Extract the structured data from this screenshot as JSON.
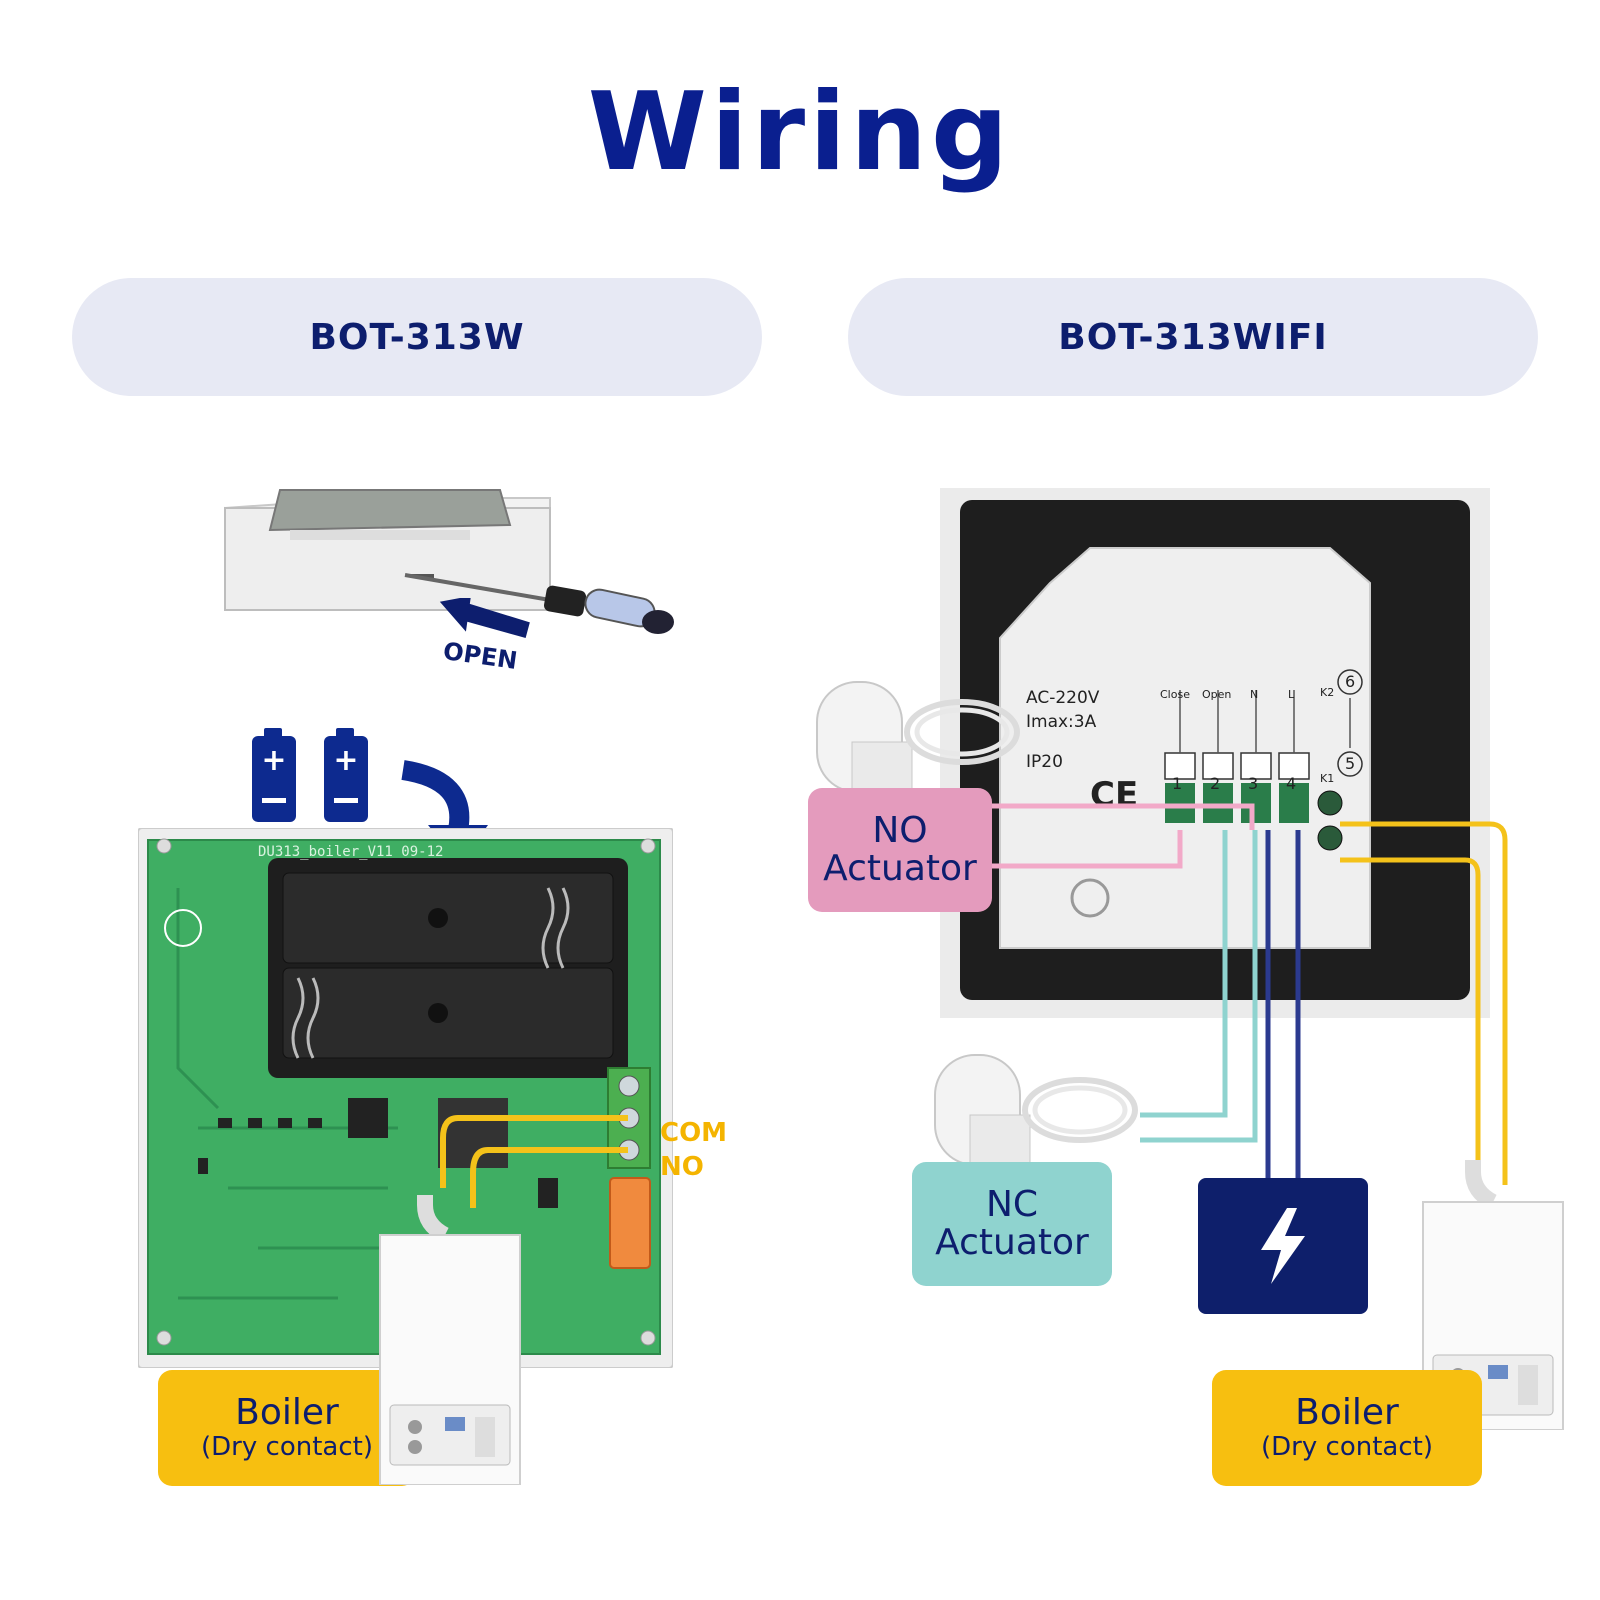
{
  "title": "Wiring",
  "left_panel": {
    "model": "BOT-313W",
    "open_label": "OPEN",
    "board_text": "DU313_boiler_V11 09-12",
    "terminal_com": "COM",
    "terminal_no": "NO",
    "boiler_label": "Boiler",
    "boiler_sub": "(Dry contact)"
  },
  "right_panel": {
    "model": "BOT-313WIFI",
    "spec_voltage": "AC-220V",
    "spec_current": "Imax:3A",
    "spec_ip": "IP20",
    "ce_mark": "CE",
    "terminals": [
      {
        "name": "Close",
        "num": "1"
      },
      {
        "name": "Open",
        "num": "2"
      },
      {
        "name": "N",
        "num": "3"
      },
      {
        "name": "L",
        "num": "4"
      }
    ],
    "k2_label": "K2",
    "k2_num": "6",
    "k1_label": "K1",
    "k1_num": "5",
    "no_actuator_1": "NO",
    "no_actuator_2": "Actuator",
    "nc_actuator_1": "NC",
    "nc_actuator_2": "Actuator",
    "boiler_label": "Boiler",
    "boiler_sub": "(Dry contact)"
  },
  "colors": {
    "title": "#0a1f8f",
    "pill_bg": "#e7e9f4",
    "wire_yellow": "#f4c21a",
    "wire_pink": "#f2a9c8",
    "wire_teal": "#8fd3cf",
    "wire_blue": "#2b3a8f",
    "no_actuator_bg": "#e49bbd",
    "nc_actuator_bg": "#8fd3cf",
    "boiler_bg": "#f7bf10",
    "power_bg": "#0e1f6b"
  },
  "icons": [
    "screwdriver-icon",
    "arrow-icon",
    "battery-icon",
    "curved-arrow-icon",
    "lightning-icon",
    "boiler-icon",
    "actuator-icon"
  ]
}
